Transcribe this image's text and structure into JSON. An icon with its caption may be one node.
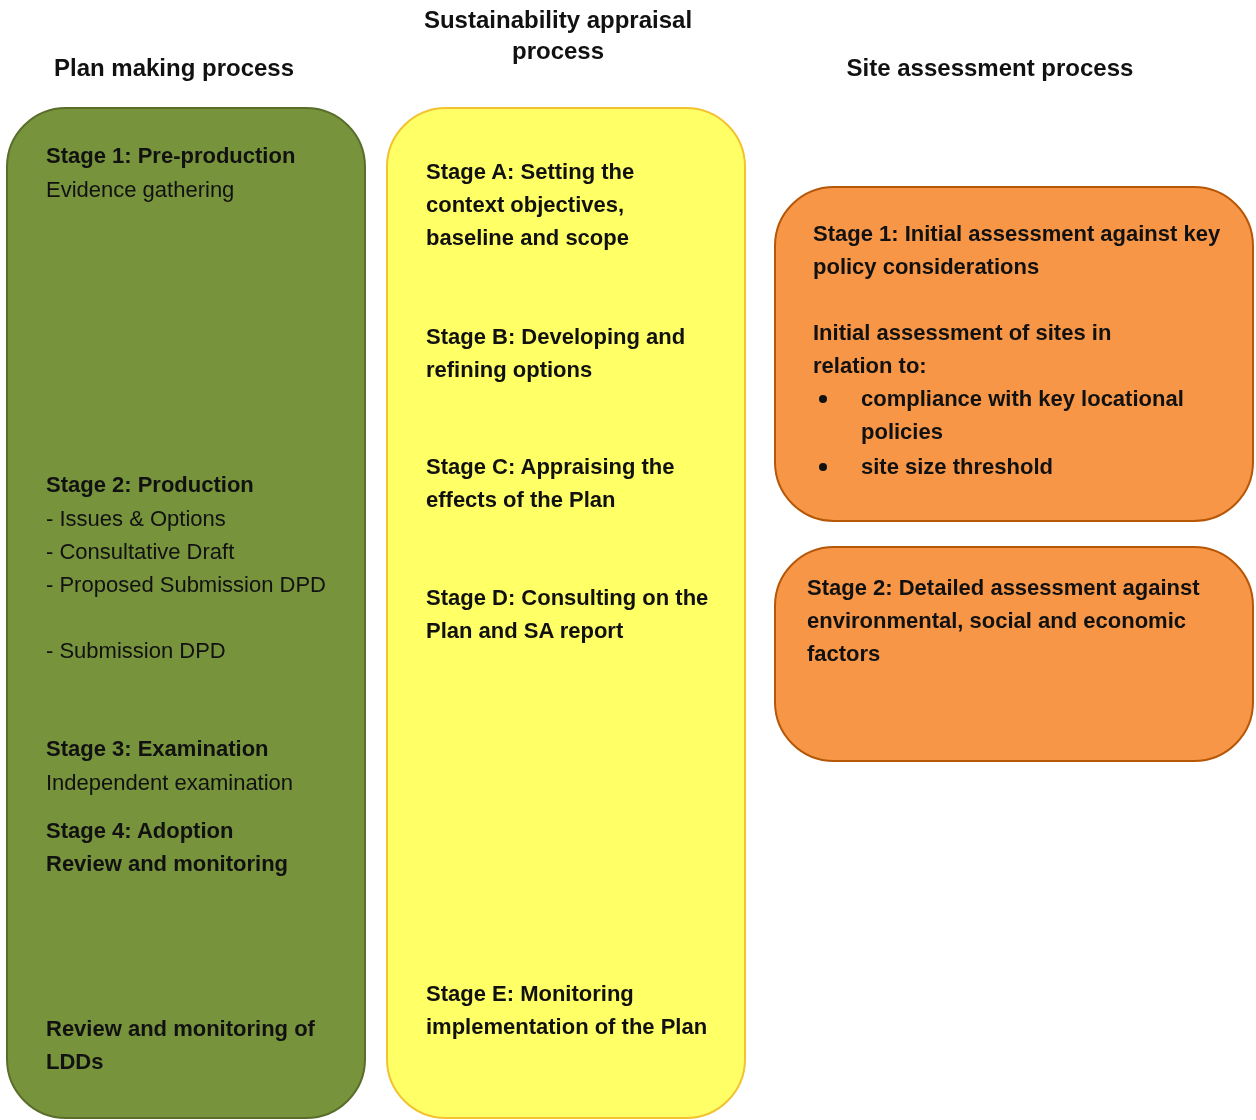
{
  "diagram": {
    "nodes": [
      {
        "text": [
          "Stage 1: Pre-production",
          "Evidence gathering",
          "Stage 2: Production",
          "- Issues & Options",
          "- Consultative Draft",
          "- Proposed Submission DPD",
          "- Submission DPD",
          "Stage 3: Examination",
          "Independent examination",
          "Stage 4: Adoption",
          "Review and monitoring",
          "Review and monitoring of LDDs"
        ]
      },
      {
        "text": [
          "Stage A: Setting the context objectives, baseline and scope",
          "Stage B: Developing and refining options",
          "Stage C: Appraising the effects of the Plan",
          "Stage D: Consulting on the Plan and SA report",
          "Stage E: Monitoring implementation of the Plan"
        ]
      },
      {
        "text": [
          "Stage 1: Initial assessment against key policy considerations",
          "Initial assessment of sites in relation to:",
          "compliance with key locational policies",
          "site size threshold"
        ]
      },
      {
        "text": [
          "Stage 2: Detailed assessment against environmental, social and economic factors"
        ]
      }
    ],
    "labels": [
      "Sustainability appraisal process",
      "Plan making process",
      "Site assessment process"
    ]
  }
}
